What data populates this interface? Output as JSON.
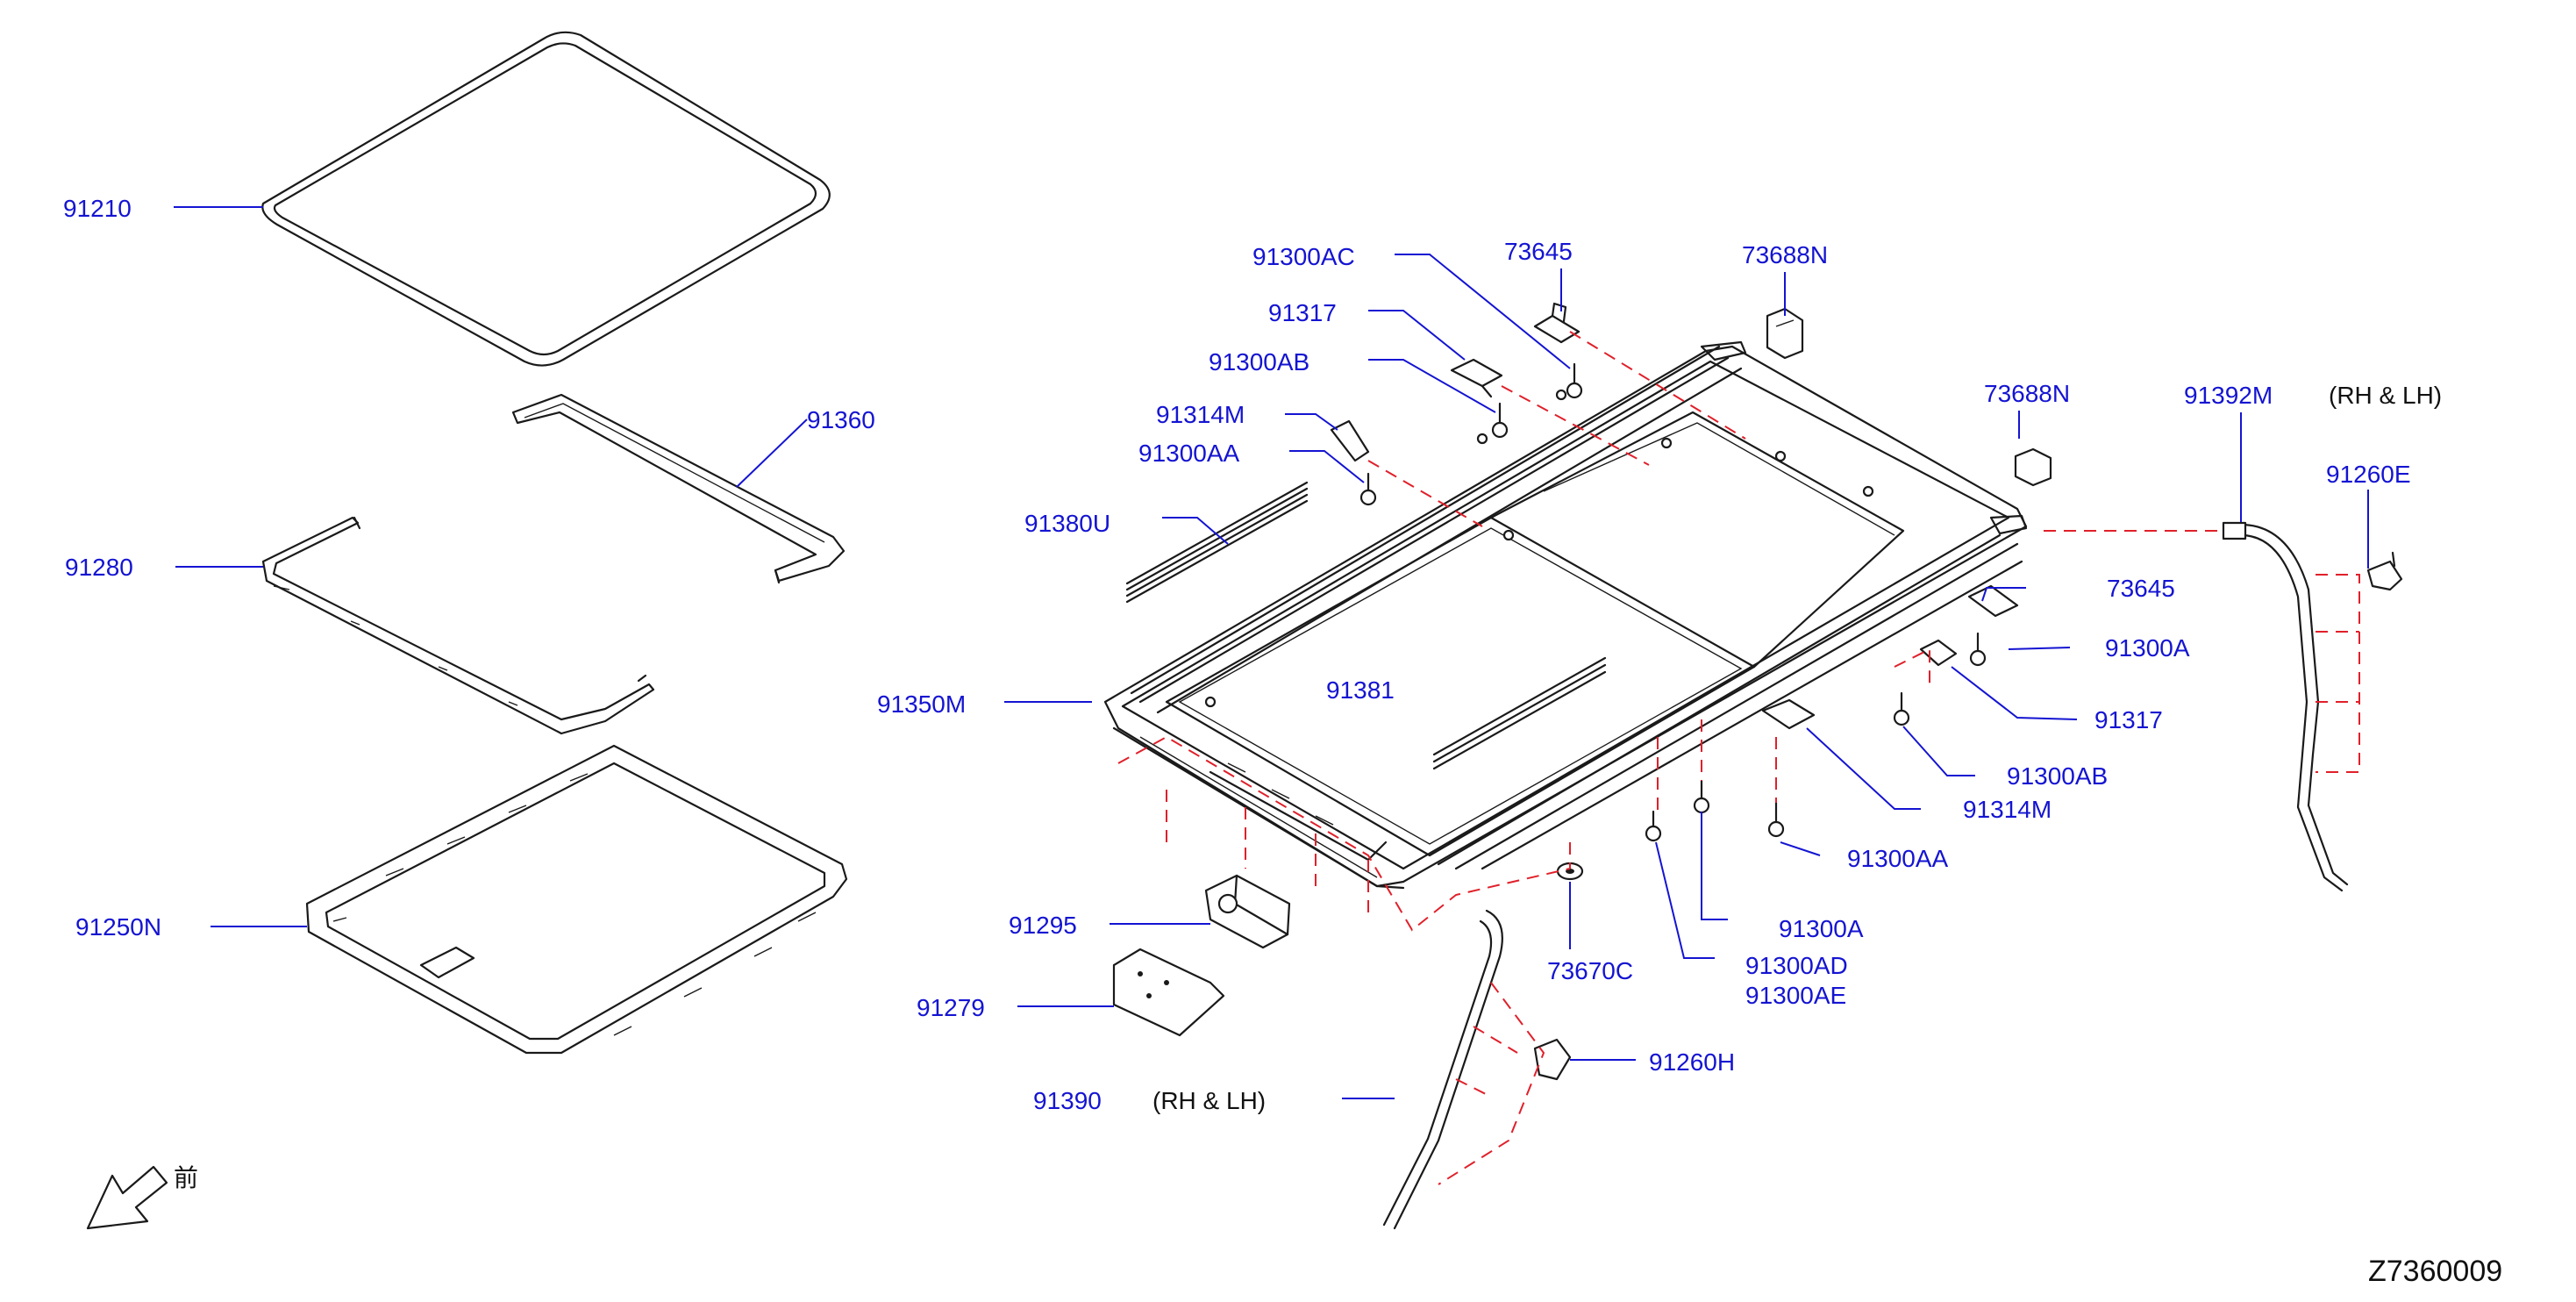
{
  "diagram_code": "Z7360009",
  "front_mark": "前",
  "callouts": {
    "p91210": "91210",
    "p91360": "91360",
    "p91280": "91280",
    "p91250N": "91250N",
    "p91300AC": "91300AC",
    "p73645_top": "73645",
    "p73688N_top": "73688N",
    "p91317_top": "91317",
    "p91300AB_top": "91300AB",
    "p91314M_top": "91314M",
    "p91300AA_top": "91300AA",
    "p91380U": "91380U",
    "p91350M": "91350M",
    "p91381": "91381",
    "p73688N_right": "73688N",
    "p91392M": "91392M",
    "p91392M_side": "(RH  &  LH)",
    "p91260E": "91260E",
    "p73645_right": "73645",
    "p9130_right": "91300A",
    "p91317_right": "91317",
    "p91300AB_right": "91300AB",
    "p91314M_right": "91314M",
    "p91300AA_right": "91300AA",
    "p91295": "91295",
    "p91279": "91279",
    "p73670C": "73670C",
    "p91300A": "91300A",
    "p91300AD": "91300AD",
    "p91300AE": "91300AE",
    "p91260H": "91260H",
    "p91390": "91390",
    "p91390_side": "(RH  &  LH)"
  },
  "colors": {
    "callout_text": "#1414d2",
    "leader_line": "#1414d2",
    "hidden_line": "#e0202a",
    "part_outline": "#1a1a1a"
  }
}
